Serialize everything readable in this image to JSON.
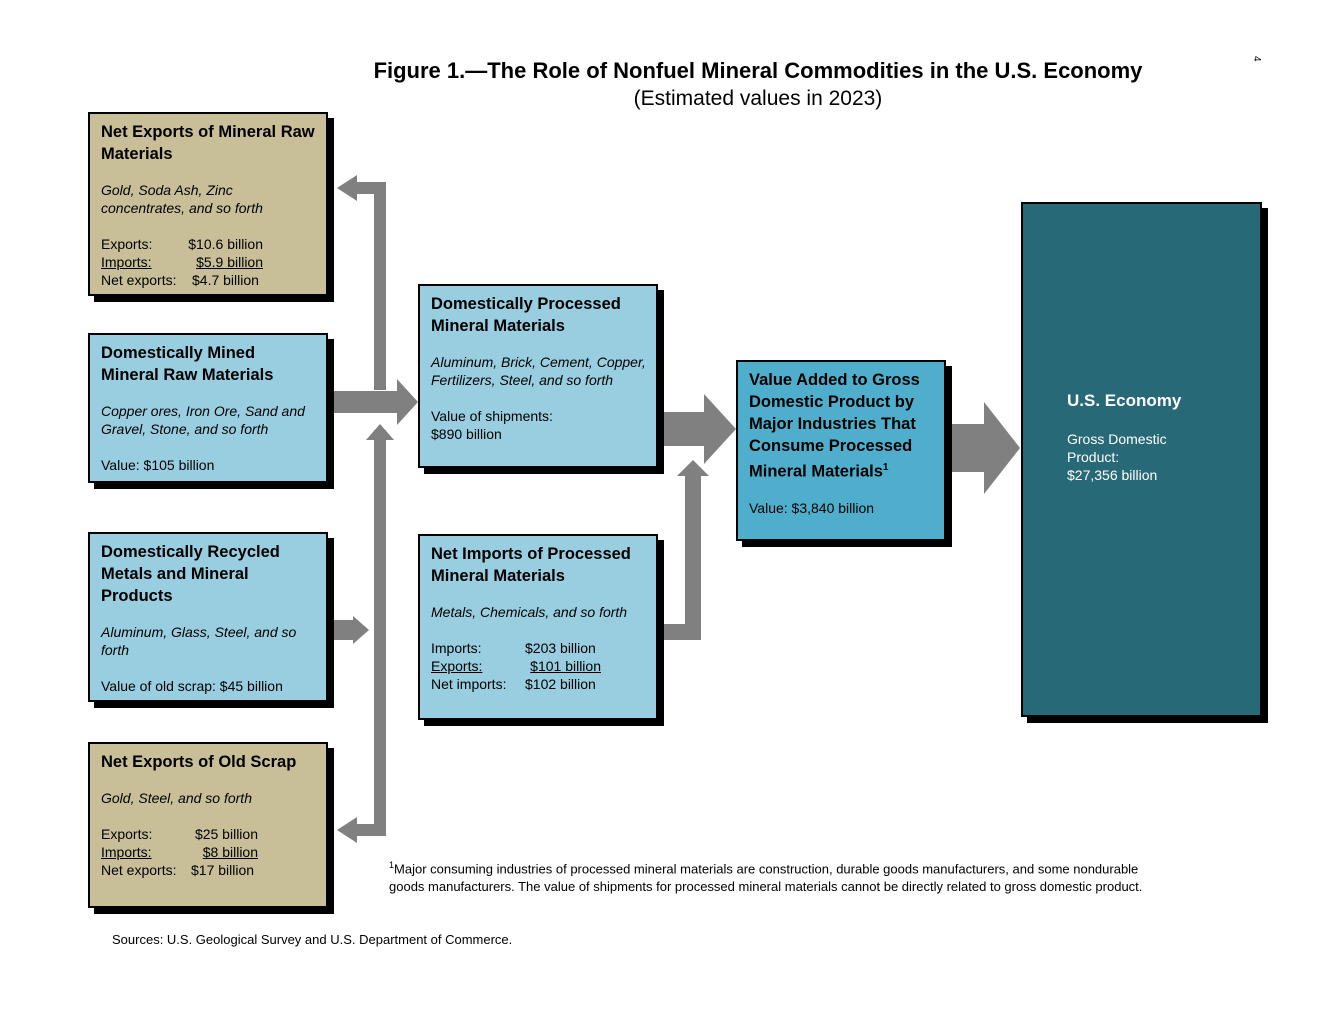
{
  "page_number": "4",
  "title": "Figure 1.—The Role of Nonfuel Mineral Commodities in the U.S. Economy",
  "subtitle": "(Estimated values in 2023)",
  "boxes": {
    "net_exports_raw": {
      "title": "Net Exports of Mineral Raw Materials",
      "examples": "Gold, Soda Ash, Zinc concentrates, and so forth",
      "rows": [
        {
          "label": "Exports:",
          "value": "$10.6 billion"
        },
        {
          "label": "Imports:",
          "value": "$5.9 billion"
        },
        {
          "label": "Net exports:",
          "value": "$4.7 billion"
        }
      ]
    },
    "mined_raw": {
      "title": "Domestically Mined Mineral Raw Materials",
      "examples": "Copper ores, Iron Ore, Sand and Gravel, Stone, and so forth",
      "value_text": "Value:  $105 billion"
    },
    "recycled": {
      "title": "Domestically Recycled Metals and Mineral Products",
      "examples": "Aluminum, Glass, Steel, and so forth",
      "value_text": "Value of old scrap:  $45 billion"
    },
    "net_exports_scrap": {
      "title": "Net Exports of Old Scrap",
      "examples": "Gold, Steel, and so forth",
      "rows": [
        {
          "label": "Exports:",
          "value": "$25 billion"
        },
        {
          "label": "Imports:",
          "value": "$8 billion"
        },
        {
          "label": "Net exports:",
          "value": "$17 billion"
        }
      ]
    },
    "processed": {
      "title": "Domestically Processed Mineral Materials",
      "examples": "Aluminum, Brick, Cement, Copper, Fertilizers, Steel, and so forth",
      "value_label": "Value of shipments:",
      "value": "$890 billion"
    },
    "net_imports_processed": {
      "title": "Net Imports of Processed Mineral Materials",
      "examples": "Metals, Chemicals, and so forth",
      "rows": [
        {
          "label": "Imports:",
          "value": "$203 billion"
        },
        {
          "label": "Exports:",
          "value": "$101 billion"
        },
        {
          "label": "Net imports:",
          "value": "$102 billion"
        }
      ]
    },
    "value_added": {
      "title": "Value Added to Gross Domestic Product by Major Industries That Consume Processed Mineral Materials",
      "footnote_mark": "1",
      "value_text": "Value:  $3,840 billion"
    },
    "economy": {
      "title": "U.S. Economy",
      "gdp_label": "Gross Domestic Product:",
      "gdp_value": "$27,356 billion"
    }
  },
  "footnote": {
    "mark": "1",
    "text": "Major consuming industries of processed mineral materials are construction, durable goods manufacturers, and some nondurable goods manufacturers. The value of shipments for processed mineral materials cannot be directly related to gross domestic product."
  },
  "sources": "Sources: U.S. Geological Survey and U.S. Department of Commerce.",
  "colors": {
    "tan_box": "#c8bf98",
    "light_blue_box": "#99cde0",
    "medium_blue_box": "#4faecb",
    "dark_teal_box": "#286978",
    "arrow_gray": "#808080"
  }
}
